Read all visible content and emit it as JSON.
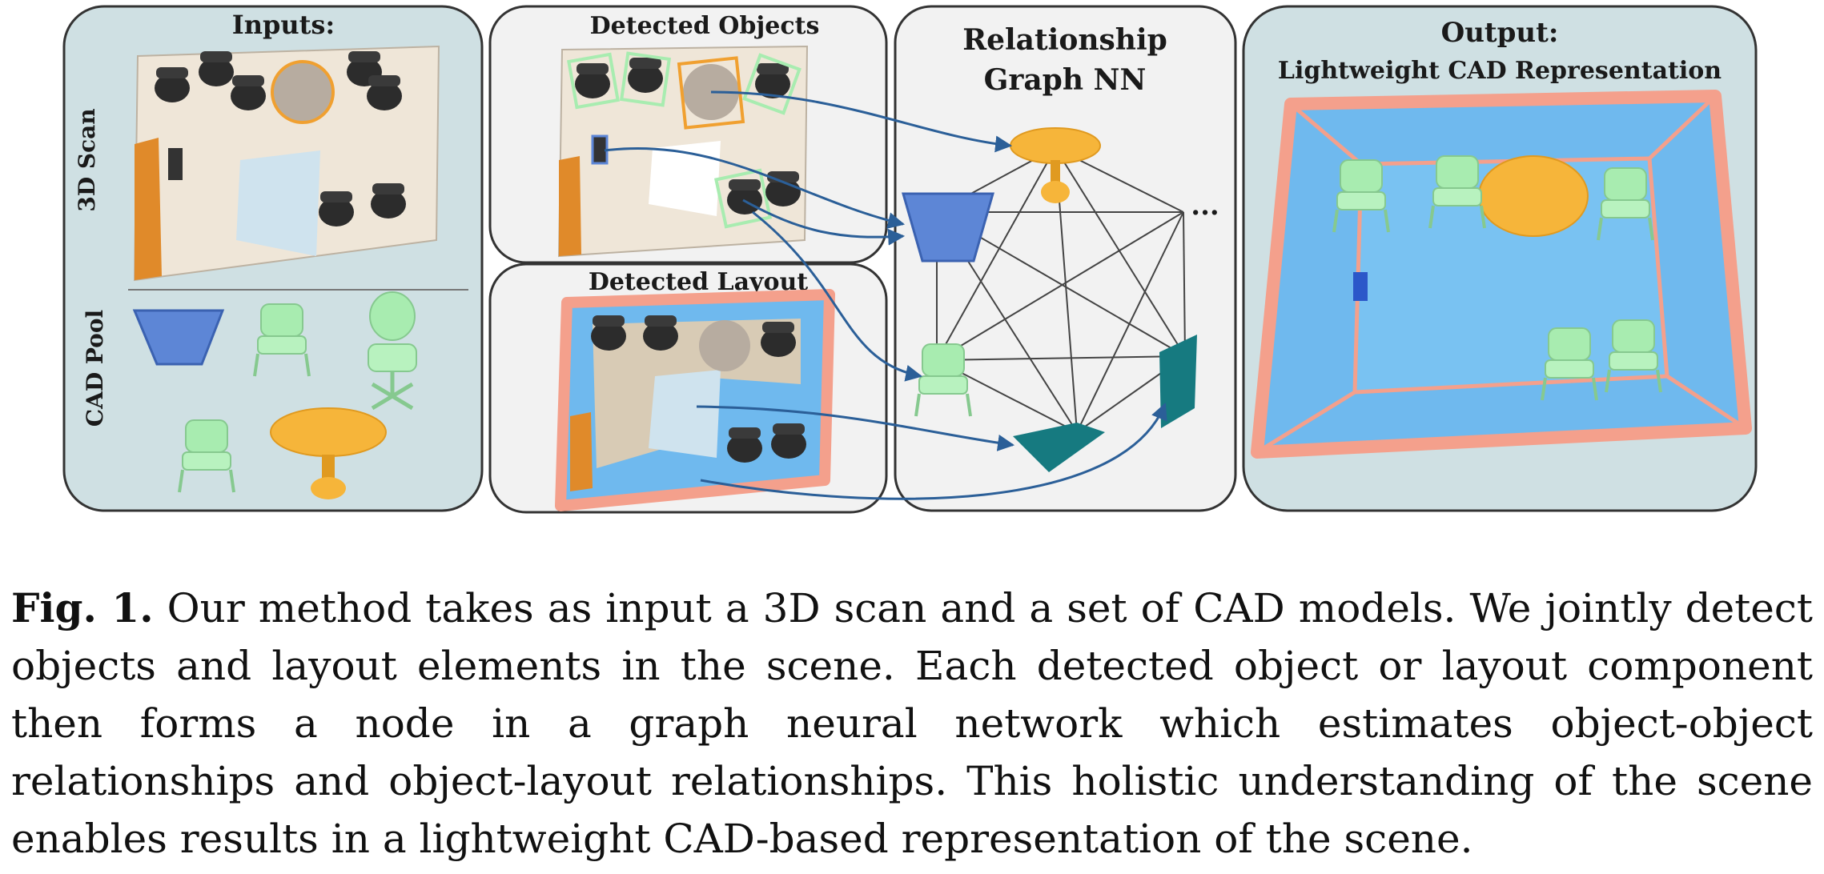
{
  "figure": {
    "inputs": {
      "title": "Inputs:",
      "scan_label": "3D Scan",
      "pool_label": "CAD Pool"
    },
    "detected_objects": {
      "title": "Detected Objects"
    },
    "detected_layout": {
      "title": "Detected Layout"
    },
    "relationship": {
      "title_line1": "Relationship",
      "title_line2": "Graph NN",
      "ellipsis": "..."
    },
    "output": {
      "title_line1": "Output:",
      "title_line2": "Lightweight CAD Representation"
    },
    "colors": {
      "panel_bg": "#cfe0e3",
      "panel_light": "#f2f2f2",
      "chair_green": "#a8ecb0",
      "table_orange": "#f6b53a",
      "bin_blue": "#5d86d6",
      "layout_teal": "#167a80",
      "floor_blue": "#6fb9ee",
      "wall_salmon": "#f4a08c",
      "arrow_blue": "#2b5f98"
    }
  },
  "caption": {
    "label": "Fig. 1.",
    "text": "Our method takes as input a 3D scan and a set of CAD models. We jointly detect objects and layout elements in the scene. Each detected object or layout component then forms a node in a graph neural network which estimates object-object relationships and object-layout relationships. This holistic understanding of the scene enables results in a lightweight CAD-based representation of the scene."
  }
}
